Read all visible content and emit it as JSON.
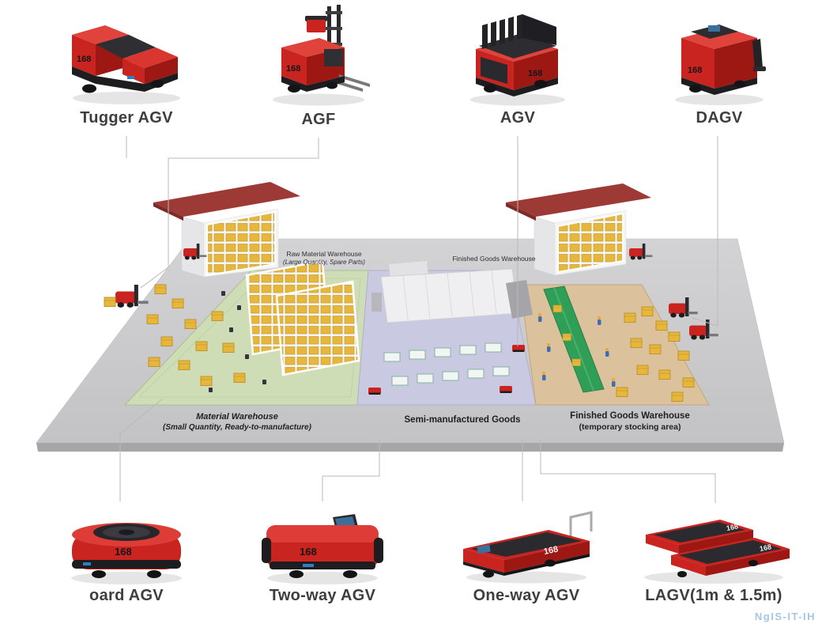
{
  "brand": {
    "logo": "168"
  },
  "top_vehicles": [
    {
      "label": "Tugger AGV"
    },
    {
      "label": "AGF"
    },
    {
      "label": "AGV"
    },
    {
      "label": "DAGV"
    }
  ],
  "bottom_vehicles": [
    {
      "label": "oard AGV"
    },
    {
      "label": "Two-way AGV"
    },
    {
      "label": "One-way AGV"
    },
    {
      "label": "LAGV(1m & 1.5m)"
    }
  ],
  "zones": {
    "raw_material": {
      "line1": "Raw Material Warehouse",
      "line2": "(Large Quantity, Spare Parts)"
    },
    "finished_goods_rear": {
      "line1": "Finished Goods Warehouse"
    },
    "material": {
      "line1": "Material Warehouse",
      "line2": "(Small Quantity, Ready-to-manufacture)"
    },
    "semi_manufactured": {
      "line1": "Semi-manufactured Goods"
    },
    "finished_goods_temp": {
      "line1": "Finished Goods Warehouse",
      "line2": "(temporary stocking area)"
    }
  },
  "watermark": "NgIS-IT-IH",
  "colors": {
    "agv_red": "#c9241f",
    "agv_black": "#1d1d20",
    "floor_gray": "#cbcbce",
    "zone_green": "#cfddb6",
    "zone_lavender": "#c9c9e1",
    "zone_tan": "#dbc29c",
    "roof_red": "#9e3a36",
    "pallet_yellow": "#e7b73c",
    "conveyor_green": "#2f9e57",
    "connector_gray": "#b9b9b9",
    "label_dark": "#3e3e3e"
  }
}
